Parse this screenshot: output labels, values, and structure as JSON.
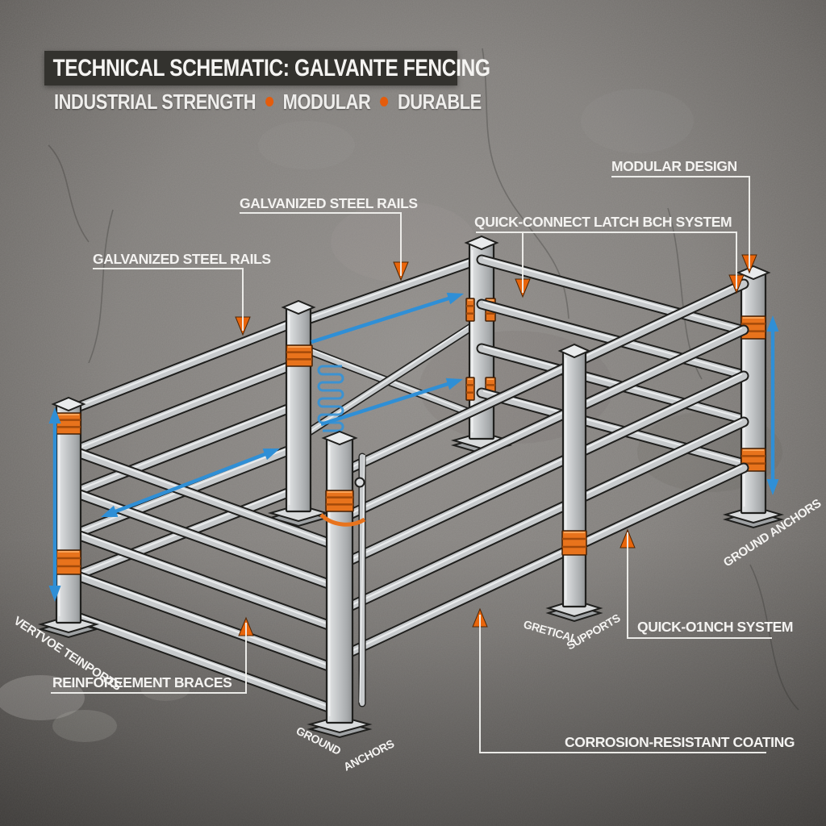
{
  "header": {
    "title": "TECHNICAL SCHEMATIC: GALVANTE FENCING",
    "tagline": [
      "INDUSTRIAL STRENGTH",
      "MODULAR",
      "DURABLE"
    ]
  },
  "labels": {
    "modular_design": "MODULAR DESIGN",
    "quick_connect": "QUICK-CONNECT LATCH BCH SYSTEM",
    "galvanized_rails_upper": "GALVANIZED STEEL RAILS",
    "galvanized_rails_lower": "GALVANIZED STEEL RAILS",
    "quick_o1nch": "QUICK-O1NCH SYSTEM",
    "reinforcement_braces": "REINFOREEMENT BRACES",
    "corrosion_coating": "CORROSION-RESISTANT COATING",
    "ground_anchors_right": "GROUND ANCHORS",
    "vertical_supports_left": "VERTVOE TEINPORTS",
    "gretical": "GRETICAL",
    "supports": "SUPPORTS",
    "ground_bottom": "GROUND",
    "anchors_bottom": "ANCHORS"
  },
  "colors": {
    "title_bar": "#33322e",
    "label_text": "#f4f3f1",
    "accent_orange": "#e8650c",
    "dimension_blue": "#2f8fd6",
    "steel_gray": "#c7cacc",
    "background_gray": "#7f7c79"
  }
}
